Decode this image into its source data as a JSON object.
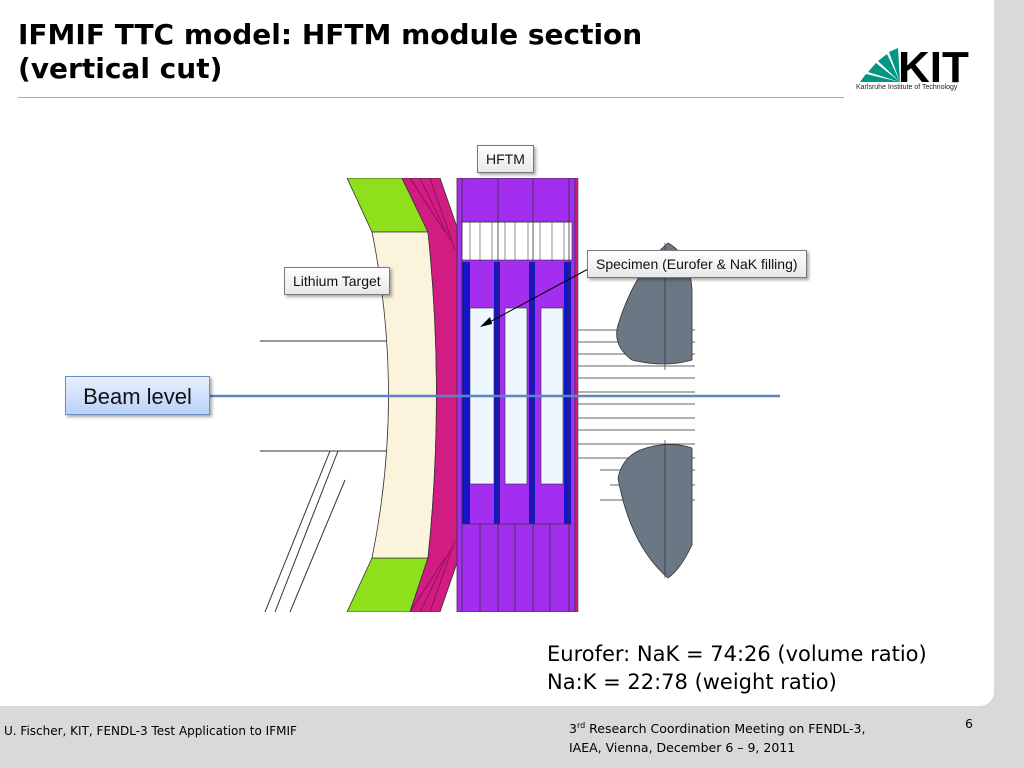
{
  "slide": {
    "title_line1": "IFMIF TTC model: HFTM module section",
    "title_line2": "(vertical cut)"
  },
  "logo": {
    "text": "KIT",
    "subtitle": "Karlsruhe Institute of Technology"
  },
  "diagram": {
    "labels": {
      "hftm": "HFTM",
      "specimen": "Specimen (Eurofer & NaK filling)",
      "lithium_target": "Lithium Target",
      "beam_level": "Beam level"
    },
    "colors": {
      "green": "#8ee01c",
      "magenta": "#d11c84",
      "cream": "#fbf3dc",
      "purple": "#a32ef0",
      "blue": "#1515c8",
      "grey": "#6b7785",
      "beam": "#5b86c5"
    }
  },
  "notes": {
    "line1": "Eurofer: NaK = 74:26 (volume ratio)",
    "line2": "Na:K = 22:78 (weight ratio)"
  },
  "footer": {
    "left": "U. Fischer, KIT, FENDL-3 Test Application to IFMIF",
    "meeting_prefix": "3",
    "meeting_sup": "rd",
    "meeting_rest": " Research Coordination Meeting on FENDL-3,",
    "meeting_line2": "IAEA, Vienna, December 6 – 9, 2011",
    "page": "6"
  }
}
